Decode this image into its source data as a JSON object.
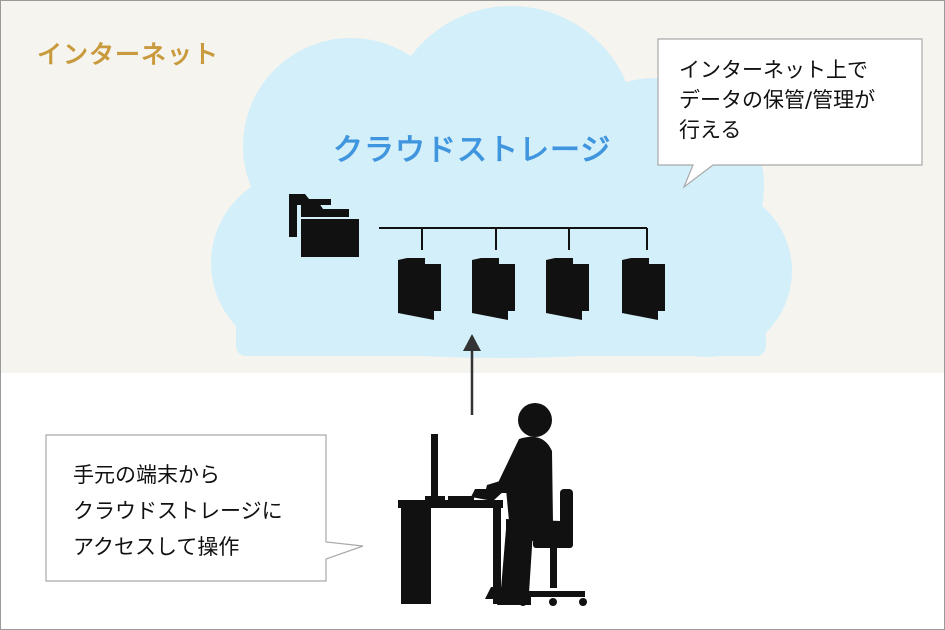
{
  "zone": {
    "label": "インターネット"
  },
  "cloud": {
    "title": "クラウドストレージ"
  },
  "callouts": {
    "top": {
      "lines": [
        "インターネット上で",
        "データの保管/管理が",
        "行える"
      ]
    },
    "bottom": {
      "lines": [
        "手元の端末から",
        "クラウドストレージに",
        "アクセスして操作"
      ]
    }
  },
  "colors": {
    "zone_label": "#c99a3d",
    "cloud_fill": "#d3effa",
    "cloud_title": "#3f95de",
    "internet_bg": "#f5f4ef"
  },
  "icons": [
    "folder-icon",
    "document-icon",
    "arrow-up-icon",
    "user-at-desk-icon"
  ]
}
